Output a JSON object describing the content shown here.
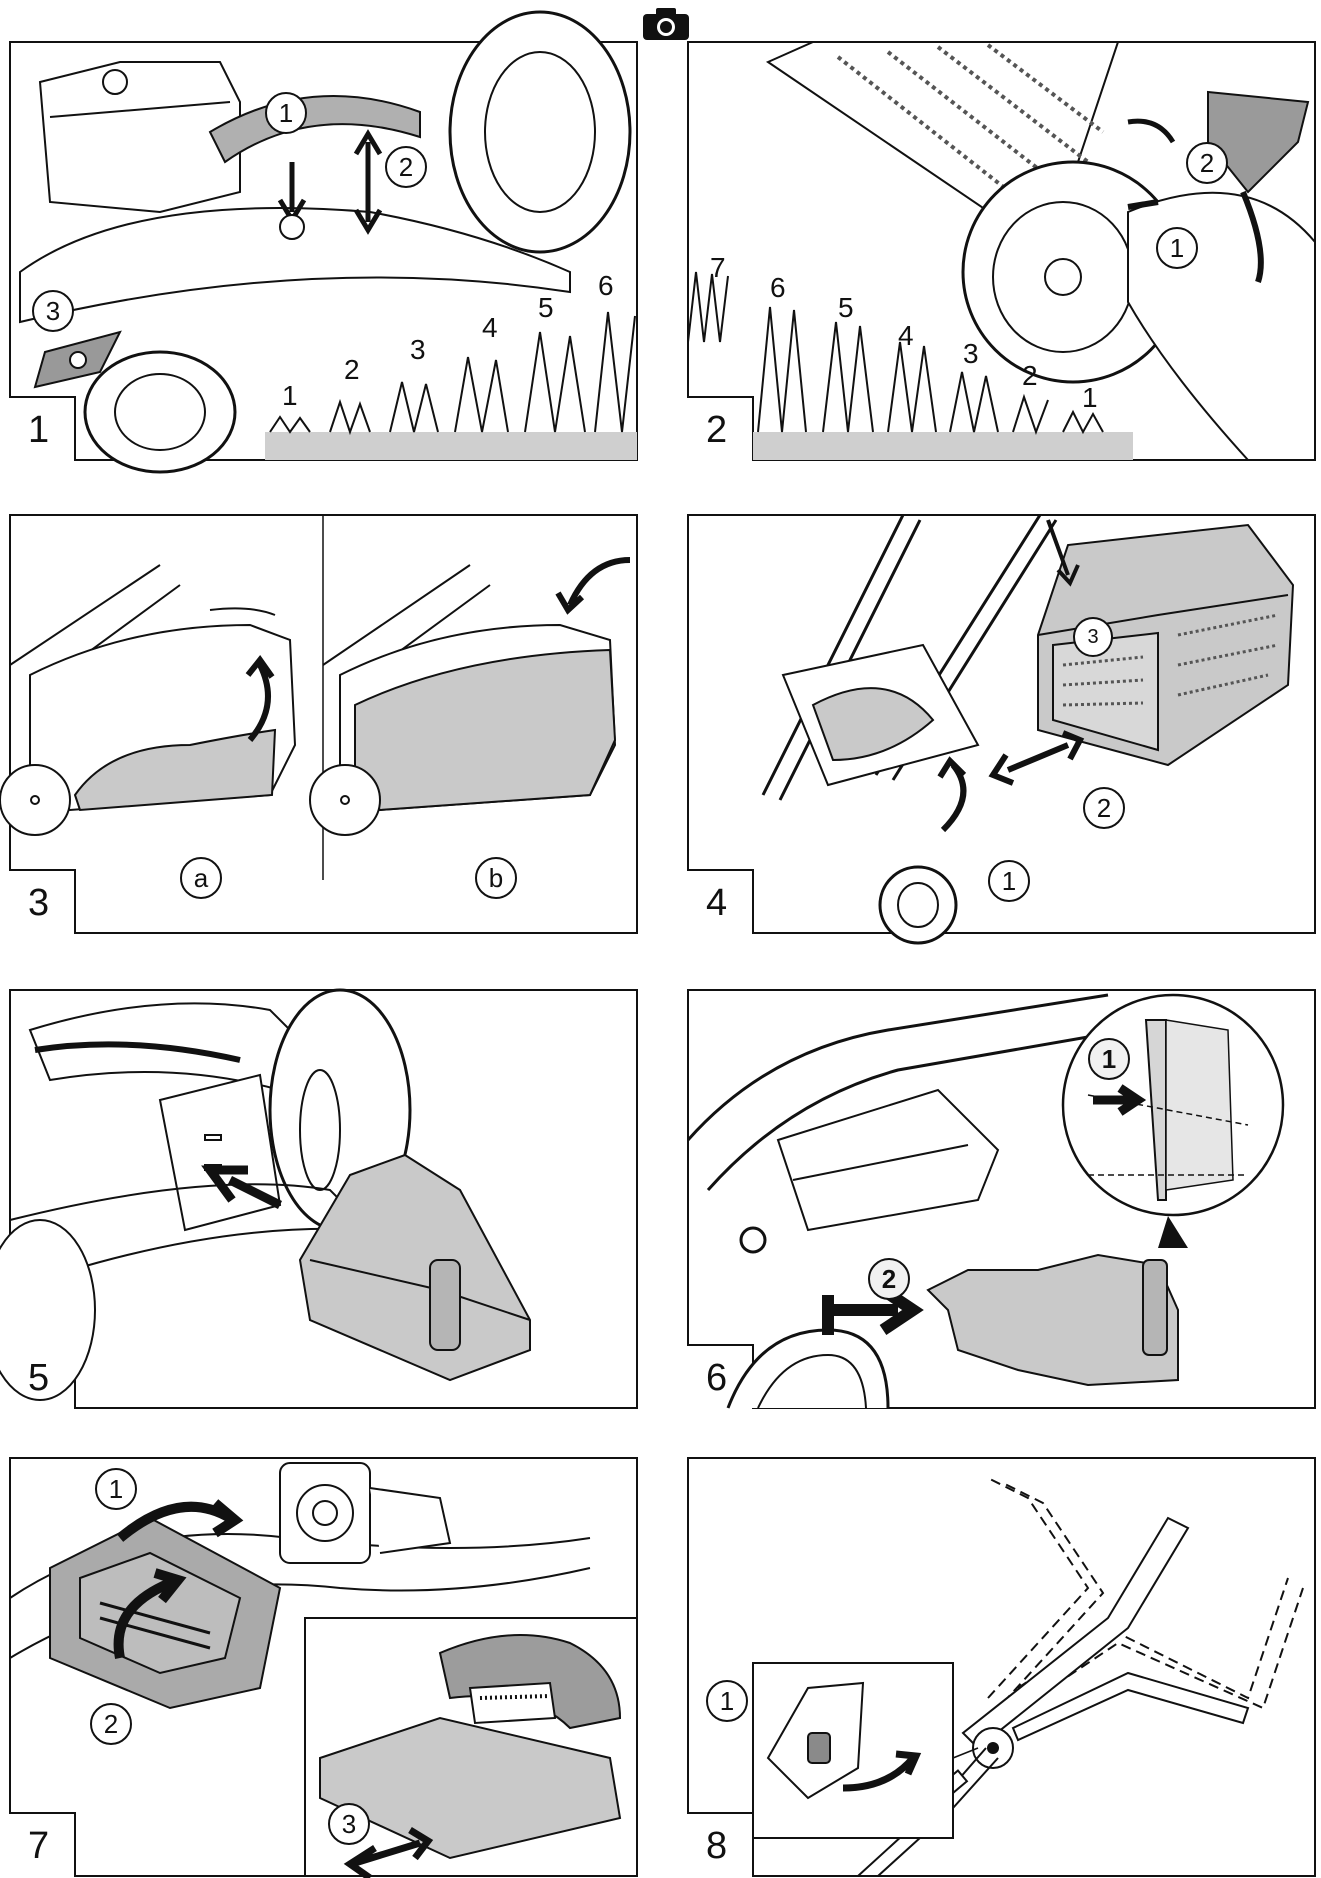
{
  "camera_icon": "camera-icon",
  "panels": [
    {
      "number": "1",
      "callouts": [
        "1",
        "2",
        "3"
      ],
      "grass_levels": [
        "1",
        "2",
        "3",
        "4",
        "5",
        "6"
      ]
    },
    {
      "number": "2",
      "callouts": [
        "1",
        "2"
      ],
      "grass_levels": [
        "7",
        "6",
        "5",
        "4",
        "3",
        "2",
        "1"
      ]
    },
    {
      "number": "3",
      "callouts": [
        "a",
        "b"
      ]
    },
    {
      "number": "4",
      "callouts": [
        "1",
        "2",
        "3"
      ]
    },
    {
      "number": "5",
      "callouts": []
    },
    {
      "number": "6",
      "callouts": [
        "1",
        "2"
      ]
    },
    {
      "number": "7",
      "callouts": [
        "1",
        "2",
        "3"
      ]
    },
    {
      "number": "8",
      "callouts": [
        "1"
      ]
    }
  ],
  "colors": {
    "line": "#111111",
    "fill_grey": "#c9c9c9",
    "ground": "#cfcfcf"
  }
}
